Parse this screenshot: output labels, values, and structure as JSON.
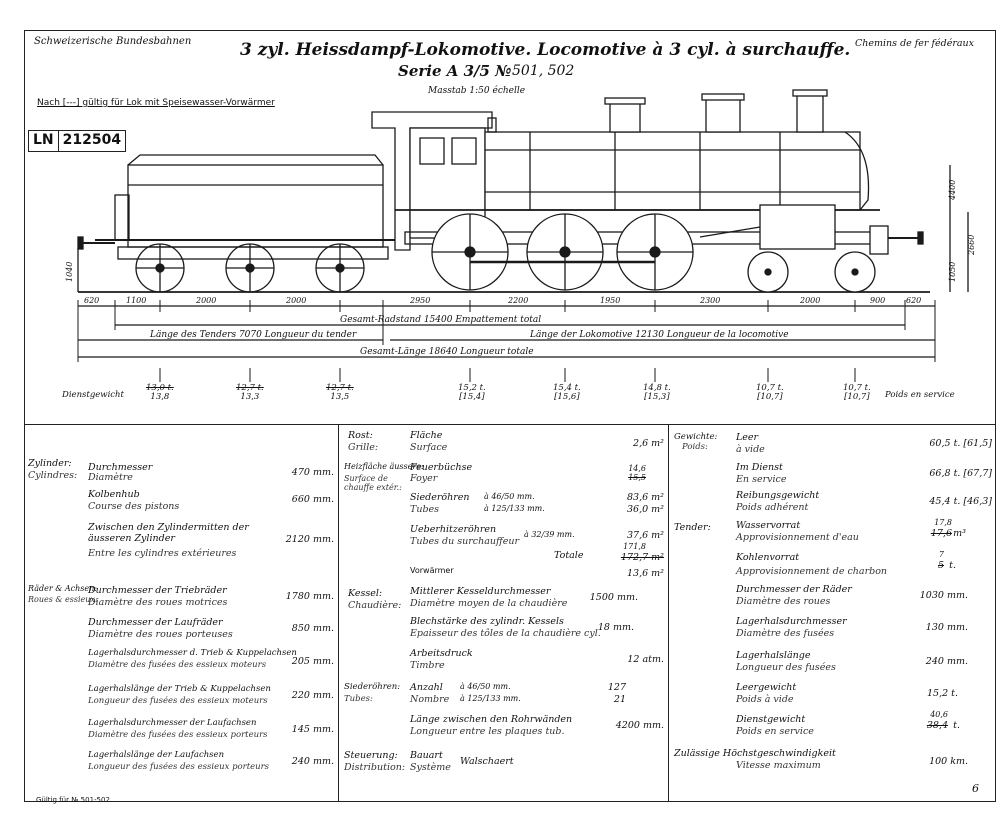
{
  "header": {
    "left": "Schweizerische Bundesbahnen",
    "right": "Chemins de fer fédéraux",
    "title": "3 zyl. Heissdampf-Lokomotive. Locomotive à 3 cyl. à surchauffe.",
    "series": "Serie A 3/5 №",
    "series_numbers": "501, 502",
    "scale": "Masstab 1:50 échelle",
    "note": "Nach [---] gültig für Lok mit Speisewasser-Vorwärmer",
    "ln_label": "LN",
    "ln_number": "212504"
  },
  "dimensions": {
    "segments": [
      "620",
      "1100",
      "2000",
      "2000",
      "2950",
      "2200",
      "1950",
      "2300",
      "2000",
      "900",
      "620"
    ],
    "wheelbase": "Gesamt-Radstand 15400 Empattement total",
    "tender_length": "Länge des Tenders 7070 Longueur du tender",
    "loco_length": "Länge der Lokomotive 12130 Longueur de la locomotive",
    "total_length": "Gesamt-Länge 18640 Longueur totale",
    "height_total": "4400",
    "height_boiler": "2660",
    "height_buffer": "1050",
    "height_tender": "1040"
  },
  "weights": {
    "label": "Dienstgewicht",
    "label_fr": "Poids en service",
    "items": [
      {
        "old": "13,0 t.",
        "new": "13,8"
      },
      {
        "old": "12,7 t.",
        "new": "13,3"
      },
      {
        "old": "12,7 t.",
        "new": "13,5"
      },
      {
        "old": "15,2 t.",
        "new": "[15,4]"
      },
      {
        "old": "15,4 t.",
        "new": "[15,6]"
      },
      {
        "old": "14,8 t.",
        "new": "[15,3]"
      },
      {
        "old": "10,7 t.",
        "new": "[10,7]"
      },
      {
        "old": "10,7 t.",
        "new": "[10,7]"
      }
    ]
  },
  "col1": {
    "cyl_head": "Zylinder:",
    "cyl_head_fr": "Cylindres:",
    "rows": [
      {
        "de": "Durchmesser",
        "fr": "Diamètre",
        "val": "470 mm."
      },
      {
        "de": "Kolbenhub",
        "fr": "Course des pistons",
        "val": "660 mm."
      },
      {
        "de": "Zwischen den Zylindermitten der äusseren Zylinder",
        "fr": "Entre les cylindres extérieures",
        "val": "2120 mm."
      }
    ],
    "wheels_head": "Räder & Achsen:",
    "wheels_head_fr": "Roues & essieux:",
    "wheel_rows": [
      {
        "de": "Durchmesser der Triebräder",
        "fr": "Diamètre des roues motrices",
        "val": "1780 mm."
      },
      {
        "de": "Durchmesser der Laufräder",
        "fr": "Diamètre des roues porteuses",
        "val": "850 mm."
      },
      {
        "de": "Lagerhalsdurchmesser d. Trieb & Kuppelachsen",
        "fr": "Diamètre des fusées des essieux moteurs",
        "val": "205 mm."
      },
      {
        "de": "Lagerhalslänge der Trieb & Kuppelachsen",
        "fr": "Longueur des fusées des essieux moteurs",
        "val": "220 mm."
      },
      {
        "de": "Lagerhalsdurchmesser der Laufachsen",
        "fr": "Diamètre des fusées des essieux porteurs",
        "val": "145 mm."
      },
      {
        "de": "Lagerhalslänge der Laufachsen",
        "fr": "Longueur des fusées des essieux porteurs",
        "val": "240 mm."
      }
    ]
  },
  "col2": {
    "rost": "Rost:",
    "rost_fr": "Grille:",
    "flaeche": "Fläche",
    "surface": "Surface",
    "grate_val": "2,6 m²",
    "heiz_head": "Heizfläche äussere:",
    "heiz_head_fr": "Surface de chauffe extér.:",
    "feuerbuechse": "Feuerbüchse",
    "foyer": "Foyer",
    "firebox_old": "15,5",
    "firebox_new": "14,6",
    "siederohre": "Siederöhren",
    "tubes": "Tubes",
    "tube_a": "à 46/50 mm.",
    "tube_a_val": "83,6 m²",
    "tube_b": "à 125/133 mm.",
    "tube_b_val": "36,0 m²",
    "ueberhitzer": "Ueberhitzeröhren",
    "ueberhitzer_fr": "Tubes du surchauffeur",
    "sup_dim": "à 32/39 mm.",
    "sup_val": "37,6 m²",
    "totale": "Totale",
    "total_old": "172,7 m²",
    "total_new": "171,8",
    "vorwaermer": "Vorwärmer",
    "vorwaermer_val": "13,6 m²",
    "kessel": "Kessel:",
    "kessel_fr": "Chaudière:",
    "k_rows": [
      {
        "de": "Mittlerer Kesseldurchmesser",
        "fr": "Diamètre moyen de la chaudière",
        "val": "1500 mm."
      },
      {
        "de": "Blechstärke des zylindr. Kessels",
        "fr": "Epaisseur des tôles de la chaudière cyl.",
        "val": "18 mm."
      },
      {
        "de": "Arbeitsdruck",
        "fr": "Timbre",
        "val": "12 atm."
      }
    ],
    "sieder_head": "Siederöhren:",
    "sieder_head_fr": "Tubes:",
    "anzahl": "Anzahl",
    "nombre": "Nombre",
    "anz_a": "à 46/50 mm.",
    "anz_a_val": "127",
    "anz_b": "à 125/133 mm.",
    "anz_b_val": "21",
    "laenge": "Länge zwischen den Rohrwänden",
    "laenge_fr": "Longueur entre les plaques tub.",
    "laenge_val": "4200 mm.",
    "steuerung": "Steuerung:",
    "steuerung_fr": "Distribution:",
    "bauart": "Bauart",
    "systeme": "Système",
    "walschaert": "Walschaert"
  },
  "col3": {
    "gew": "Gewichte:",
    "gew_fr": "Poids:",
    "leer": "Leer",
    "vide": "à vide",
    "leer_val": "60,5 t. [61,5]",
    "dienst": "Im Dienst",
    "service": "En service",
    "dienst_val": "66,8 t. [67,7]",
    "reib": "Reibungsgewicht",
    "adh": "Poids adhérent",
    "reib_val": "45,4 t. [46,3]",
    "tender_head": "Tender:",
    "wasser": "Wasservorrat",
    "eau": "Approvisionnement d'eau",
    "wasser_old": "17,6",
    "wasser_new": "17,8",
    "wasser_unit": "m³",
    "kohle": "Kohlenvorrat",
    "charbon": "Approvisionnement de charbon",
    "kohle_old": "5",
    "kohle_new": "7",
    "kohle_unit": "t.",
    "t_rows": [
      {
        "de": "Durchmesser der Räder",
        "fr": "Diamètre des roues",
        "val": "1030 mm."
      },
      {
        "de": "Lagerhalsdurchmesser",
        "fr": "Diamètre des fusées",
        "val": "130 mm."
      },
      {
        "de": "Lagerhalslänge",
        "fr": "Longueur des fusées",
        "val": "240 mm."
      },
      {
        "de": "Leergewicht",
        "fr": "Poids à vide",
        "val": "15,2 t."
      }
    ],
    "tdienst": "Dienstgewicht",
    "tservice": "Poids en service",
    "tdienst_old": "38,4",
    "tdienst_new": "40,6",
    "tdienst_unit": "t.",
    "vmax": "Zulässige Höchstgeschwindigkeit",
    "vmax_fr": "Vitesse maximum",
    "vmax_val": "100 km."
  },
  "footer": {
    "note": "Gültig für № 501-502.",
    "page": "6"
  }
}
